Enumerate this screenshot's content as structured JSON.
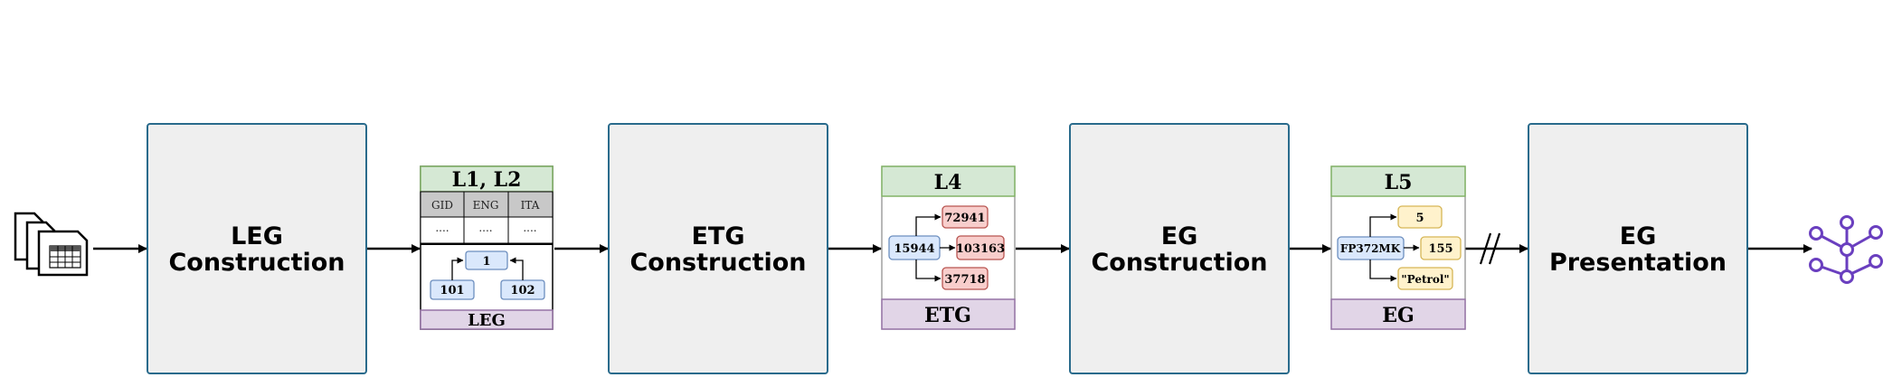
{
  "stages": [
    {
      "line1": "LEG",
      "line2": "Construction"
    },
    {
      "line1": "ETG",
      "line2": "Construction"
    },
    {
      "line1": "EG",
      "line2": "Construction"
    },
    {
      "line1": "EG",
      "line2": "Presentation"
    }
  ],
  "leg_card": {
    "header": "L1, L2",
    "columns": [
      "GID",
      "ENG",
      "ITA"
    ],
    "row": [
      "....",
      "....",
      "...."
    ],
    "nodes": {
      "root": "1",
      "left": "101",
      "right": "102"
    },
    "footer": "LEG"
  },
  "etg_card": {
    "header": "L4",
    "nodes": {
      "source": "15944",
      "top": "72941",
      "middle": "103163",
      "bottom": "37718"
    },
    "footer": "ETG"
  },
  "eg_card": {
    "header": "L5",
    "nodes": {
      "source": "FP372MK",
      "top": "5",
      "middle": "155",
      "bottom": "\"Petrol\""
    },
    "footer": "EG"
  },
  "colors": {
    "stage_fill": "#efefef",
    "stage_border": "#2a6b8c",
    "header_green": "#d5e8d4",
    "header_green_border": "#82b366",
    "footer_purple": "#e1d5e7",
    "footer_purple_border": "#9673a6",
    "node_blue": "#dae8fc",
    "node_blue_border": "#6c8ebf",
    "node_red": "#f8cecc",
    "node_red_border": "#b85450",
    "node_yellow": "#fff2cc",
    "node_yellow_border": "#d6b656",
    "graph_icon": "#6a3fbf"
  },
  "icons": {
    "input": "stacked-documents-icon",
    "output": "graph-network-icon"
  }
}
